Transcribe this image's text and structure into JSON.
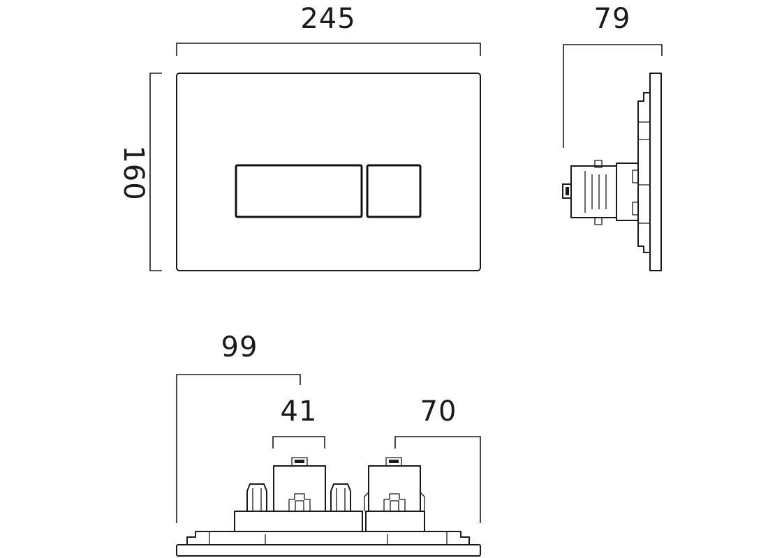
{
  "dimensions": {
    "width": "245",
    "depth": "79",
    "height": "160",
    "bottom_overall": "99",
    "bottom_left_actuator": "41",
    "bottom_right_actuator": "70"
  },
  "colors": {
    "line": "#1a1a1a",
    "background": "#ffffff"
  }
}
